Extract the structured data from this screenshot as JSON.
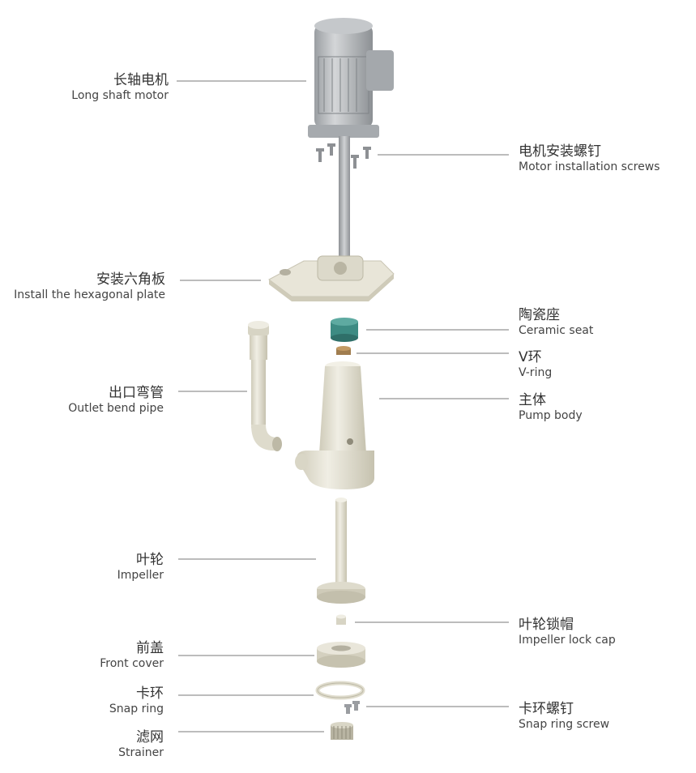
{
  "colors": {
    "motor": "#b9bcbf",
    "motor_dark": "#8e9296",
    "pvdf": "#e6e3d6",
    "pvdf_shade": "#c9c5b4",
    "shaft": "#a5a8ab",
    "ceramic_seat": "#3d8b83",
    "v_ring": "#a07d4f",
    "leader_line": "#777777"
  },
  "callouts": [
    {
      "id": "long-shaft-motor",
      "zh": "长轴电机",
      "en": "Long shaft motor"
    },
    {
      "id": "motor-screws",
      "zh": "电机安装螺钉",
      "en": "Motor installation screws"
    },
    {
      "id": "hex-plate",
      "zh": "安装六角板",
      "en": "Install the hexagonal plate"
    },
    {
      "id": "ceramic-seat",
      "zh": "陶瓷座",
      "en": "Ceramic seat"
    },
    {
      "id": "v-ring",
      "zh": "V环",
      "en": "V-ring"
    },
    {
      "id": "outlet-bend-pipe",
      "zh": "出口弯管",
      "en": "Outlet bend pipe"
    },
    {
      "id": "pump-body",
      "zh": "主体",
      "en": "Pump body"
    },
    {
      "id": "impeller",
      "zh": "叶轮",
      "en": "Impeller"
    },
    {
      "id": "impeller-lock-cap",
      "zh": "叶轮锁帽",
      "en": "Impeller lock cap"
    },
    {
      "id": "front-cover",
      "zh": "前盖",
      "en": "Front cover"
    },
    {
      "id": "snap-ring",
      "zh": "卡环",
      "en": "Snap ring"
    },
    {
      "id": "snap-ring-screw",
      "zh": "卡环螺钉",
      "en": "Snap ring screw"
    },
    {
      "id": "strainer",
      "zh": "滤网",
      "en": "Strainer"
    }
  ]
}
